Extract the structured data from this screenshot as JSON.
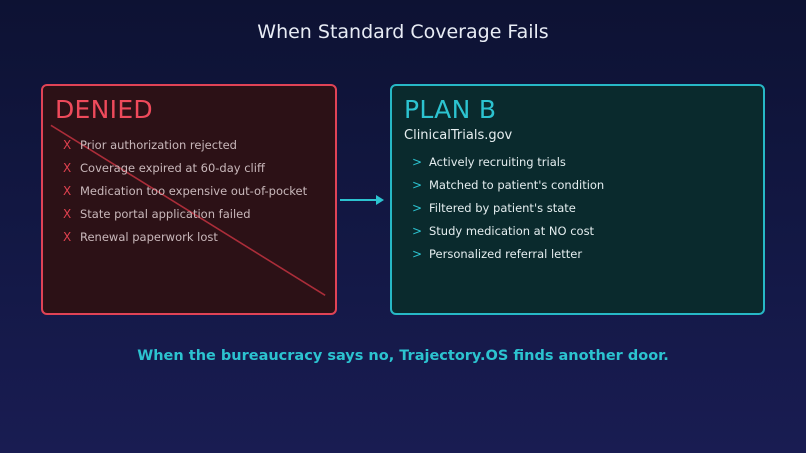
{
  "title": "When Standard Coverage Fails",
  "denied": {
    "heading": "DENIED",
    "marker": "X",
    "items": [
      "Prior authorization rejected",
      "Coverage expired at 60-day cliff",
      "Medication too expensive out-of-pocket",
      "State portal application failed",
      "Renewal paperwork lost"
    ]
  },
  "planb": {
    "heading": "PLAN B",
    "subheading": "ClinicalTrials.gov",
    "marker": ">",
    "items": [
      "Actively recruiting trials",
      "Matched to patient's condition",
      "Filtered by patient's state",
      "Study medication at NO cost",
      "Personalized referral letter"
    ]
  },
  "tagline": "When the bureaucracy says no, Trajectory.OS finds another door.",
  "colors": {
    "denied_accent": "#e04356",
    "planb_accent": "#2cc3d0",
    "background": "#131845"
  }
}
